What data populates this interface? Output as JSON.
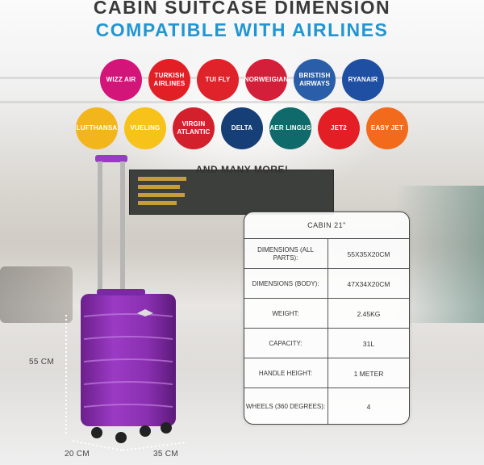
{
  "header": {
    "title": "CABIN SUITCASE DIMENSION",
    "subtitle": "COMPATIBLE WITH AIRLINES"
  },
  "airlines": [
    {
      "label": "WIZZ AIR",
      "color": "#d3157a"
    },
    {
      "label": "TURKISH AIRLINES",
      "color": "#e31f26"
    },
    {
      "label": "TUI FLY",
      "color": "#e0222a"
    },
    {
      "label": "NORWEIGIAN",
      "color": "#d41f3a"
    },
    {
      "label": "BRISTISH AIRWAYS",
      "color": "#2a5ea8"
    },
    {
      "label": "RYANAIR",
      "color": "#1f4fa3"
    },
    {
      "label": "LUFTHANSA",
      "color": "#f2b51c"
    },
    {
      "label": "VUELING",
      "color": "#f7c219"
    },
    {
      "label": "VIRGIN ATLANTIC",
      "color": "#d3202d"
    },
    {
      "label": "DELTA",
      "color": "#173f77"
    },
    {
      "label": "AER LINGUS",
      "color": "#0f6b6b"
    },
    {
      "label": "JET2",
      "color": "#e31e24"
    },
    {
      "label": "EASY JET",
      "color": "#f26a1b"
    }
  ],
  "and_more": "AND MANY MORE!",
  "specs": {
    "heading": "CABIN 21\"",
    "rows": [
      {
        "label": "DIMENSIONS (ALL PARTS):",
        "value": "55X35X20CM"
      },
      {
        "label": "DIMENSIONS (BODY):",
        "value": "47X34X20CM"
      },
      {
        "label": "WEIGHT:",
        "value": "2.45KG"
      },
      {
        "label": "CAPACITY:",
        "value": "31L"
      },
      {
        "label": "HANDLE HEIGHT:",
        "value": "1 METER"
      },
      {
        "label": "WHEELS (360 DEGREES):",
        "value": "4"
      }
    ]
  },
  "suitcase": {
    "color": "#8a2fb0",
    "height_label": "55 CM",
    "depth_label": "20 CM",
    "width_label": "35 CM"
  }
}
